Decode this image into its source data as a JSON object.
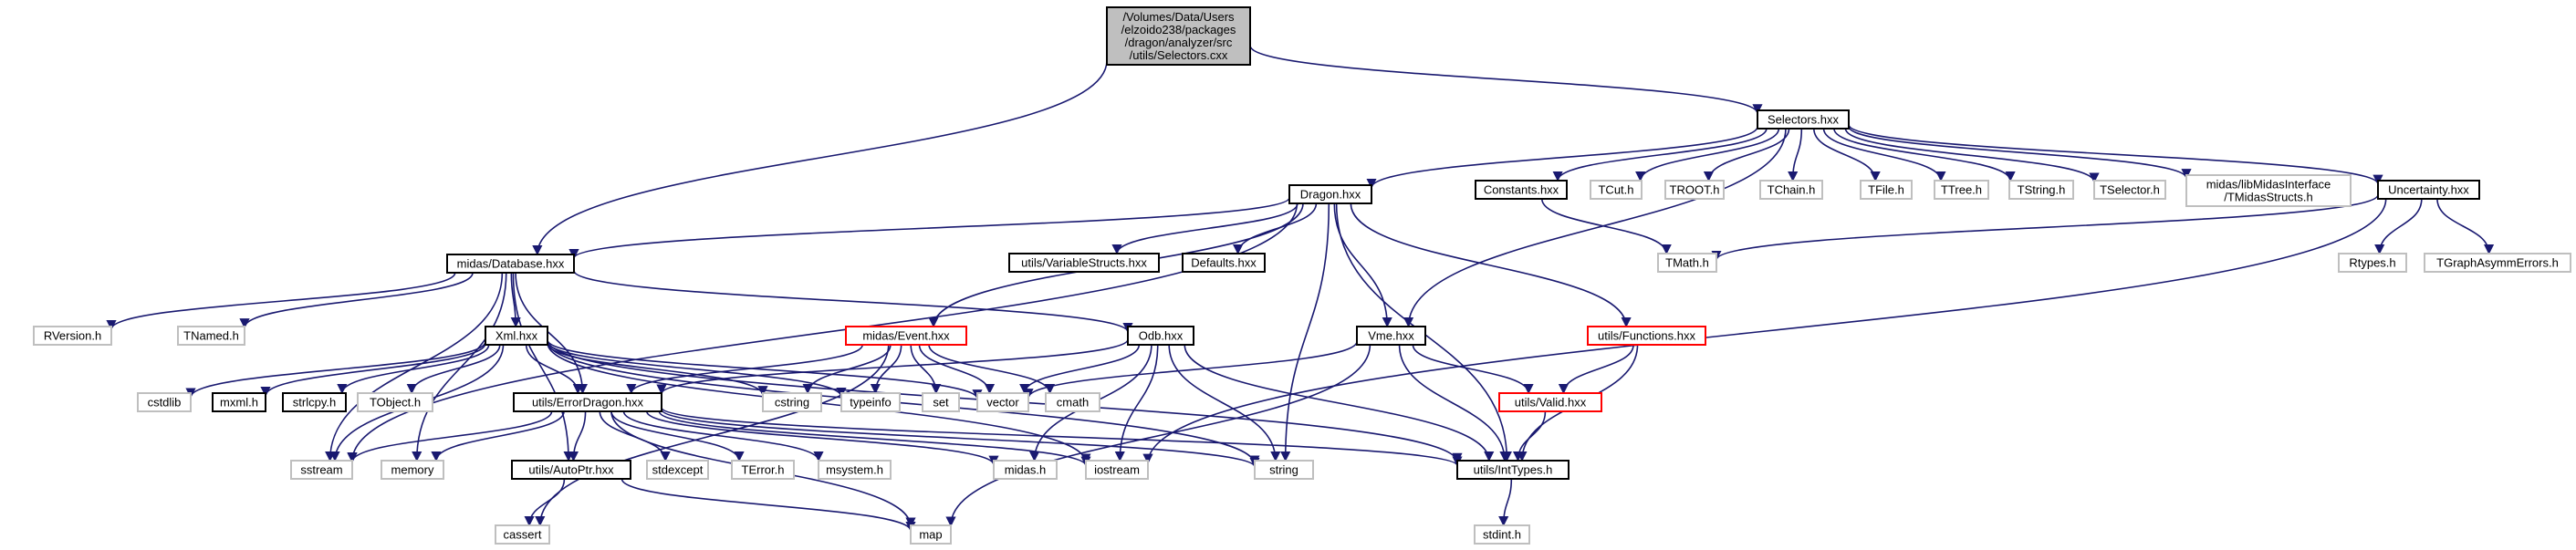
{
  "colors": {
    "edge": "#191970",
    "arrowhead": "#191970",
    "root_fill": "#bfbfbf",
    "normal_border": "#000000",
    "gray_border": "#bfbfbf",
    "red_border": "#ff0000"
  },
  "nodes": [
    {
      "id": "root",
      "label": "/Volumes/Data/Users\n/elzoido238/packages\n/dragon/analyzer/src\n/utils/Selectors.cxx",
      "style": "root"
    },
    {
      "id": "selectors_hxx",
      "label": "Selectors.hxx",
      "style": "normal"
    },
    {
      "id": "dragon_hxx",
      "label": "Dragon.hxx",
      "style": "normal"
    },
    {
      "id": "constants_hxx",
      "label": "Constants.hxx",
      "style": "normal"
    },
    {
      "id": "tcut_h",
      "label": "TCut.h",
      "style": "gray"
    },
    {
      "id": "troot_h",
      "label": "TROOT.h",
      "style": "gray"
    },
    {
      "id": "tchain_h",
      "label": "TChain.h",
      "style": "gray"
    },
    {
      "id": "tfile_h",
      "label": "TFile.h",
      "style": "gray"
    },
    {
      "id": "ttree_h",
      "label": "TTree.h",
      "style": "gray"
    },
    {
      "id": "tstring_h",
      "label": "TString.h",
      "style": "gray"
    },
    {
      "id": "tselector_h",
      "label": "TSelector.h",
      "style": "gray"
    },
    {
      "id": "tmidasstructs_h",
      "label": "midas/libMidasInterface\n/TMidasStructs.h",
      "style": "gray"
    },
    {
      "id": "uncertainty_hxx",
      "label": "Uncertainty.hxx",
      "style": "normal"
    },
    {
      "id": "database_hxx",
      "label": "midas/Database.hxx",
      "style": "normal"
    },
    {
      "id": "variablestructs_hxx",
      "label": "utils/VariableStructs.hxx",
      "style": "normal"
    },
    {
      "id": "defaults_hxx",
      "label": "Defaults.hxx",
      "style": "normal"
    },
    {
      "id": "tmath_h",
      "label": "TMath.h",
      "style": "gray"
    },
    {
      "id": "rtypes_h",
      "label": "Rtypes.h",
      "style": "gray"
    },
    {
      "id": "tgraphasymmerrors_h",
      "label": "TGraphAsymmErrors.h",
      "style": "gray"
    },
    {
      "id": "rversion_h",
      "label": "RVersion.h",
      "style": "gray"
    },
    {
      "id": "tnamed_h",
      "label": "TNamed.h",
      "style": "gray"
    },
    {
      "id": "xml_hxx",
      "label": "Xml.hxx",
      "style": "normal"
    },
    {
      "id": "event_hxx",
      "label": "midas/Event.hxx",
      "style": "red"
    },
    {
      "id": "odb_hxx",
      "label": "Odb.hxx",
      "style": "normal"
    },
    {
      "id": "vme_hxx",
      "label": "Vme.hxx",
      "style": "normal"
    },
    {
      "id": "functions_hxx",
      "label": "utils/Functions.hxx",
      "style": "red"
    },
    {
      "id": "cstdlib",
      "label": "cstdlib",
      "style": "gray"
    },
    {
      "id": "mxml_h",
      "label": "mxml.h",
      "style": "normal"
    },
    {
      "id": "strlcpy_h",
      "label": "strlcpy.h",
      "style": "normal"
    },
    {
      "id": "tobject_h",
      "label": "TObject.h",
      "style": "gray"
    },
    {
      "id": "cstring",
      "label": "cstring",
      "style": "gray"
    },
    {
      "id": "typeinfo",
      "label": "typeinfo",
      "style": "gray"
    },
    {
      "id": "set",
      "label": "set",
      "style": "gray"
    },
    {
      "id": "vector",
      "label": "vector",
      "style": "gray"
    },
    {
      "id": "cmath",
      "label": "cmath",
      "style": "gray"
    },
    {
      "id": "valid_hxx",
      "label": "utils/Valid.hxx",
      "style": "red"
    },
    {
      "id": "errordragon_hxx",
      "label": "utils/ErrorDragon.hxx",
      "style": "normal"
    },
    {
      "id": "sstream",
      "label": "sstream",
      "style": "gray"
    },
    {
      "id": "memory",
      "label": "memory",
      "style": "gray"
    },
    {
      "id": "autoptr_hxx",
      "label": "utils/AutoPtr.hxx",
      "style": "normal"
    },
    {
      "id": "stdexcept",
      "label": "stdexcept",
      "style": "gray"
    },
    {
      "id": "terror_h",
      "label": "TError.h",
      "style": "gray"
    },
    {
      "id": "msystem_h",
      "label": "msystem.h",
      "style": "gray"
    },
    {
      "id": "midas_h",
      "label": "midas.h",
      "style": "gray"
    },
    {
      "id": "iostream",
      "label": "iostream",
      "style": "gray"
    },
    {
      "id": "string",
      "label": "string",
      "style": "gray"
    },
    {
      "id": "inttypes_h",
      "label": "utils/IntTypes.h",
      "style": "normal"
    },
    {
      "id": "cassert",
      "label": "cassert",
      "style": "gray"
    },
    {
      "id": "map",
      "label": "map",
      "style": "gray"
    },
    {
      "id": "stdint_h",
      "label": "stdint.h",
      "style": "gray"
    }
  ],
  "edges": [
    [
      "root",
      "selectors_hxx"
    ],
    [
      "root",
      "database_hxx"
    ],
    [
      "selectors_hxx",
      "dragon_hxx"
    ],
    [
      "selectors_hxx",
      "constants_hxx"
    ],
    [
      "selectors_hxx",
      "tcut_h"
    ],
    [
      "selectors_hxx",
      "troot_h"
    ],
    [
      "selectors_hxx",
      "tchain_h"
    ],
    [
      "selectors_hxx",
      "tfile_h"
    ],
    [
      "selectors_hxx",
      "ttree_h"
    ],
    [
      "selectors_hxx",
      "tstring_h"
    ],
    [
      "selectors_hxx",
      "tselector_h"
    ],
    [
      "selectors_hxx",
      "tmidasstructs_h"
    ],
    [
      "selectors_hxx",
      "uncertainty_hxx"
    ],
    [
      "selectors_hxx",
      "vme_hxx"
    ],
    [
      "dragon_hxx",
      "database_hxx"
    ],
    [
      "dragon_hxx",
      "variablestructs_hxx"
    ],
    [
      "dragon_hxx",
      "defaults_hxx"
    ],
    [
      "dragon_hxx",
      "event_hxx"
    ],
    [
      "dragon_hxx",
      "vme_hxx"
    ],
    [
      "dragon_hxx",
      "functions_hxx"
    ],
    [
      "dragon_hxx",
      "string"
    ],
    [
      "dragon_hxx",
      "inttypes_h"
    ],
    [
      "dragon_hxx",
      "sstream"
    ],
    [
      "constants_hxx",
      "tmath_h"
    ],
    [
      "uncertainty_hxx",
      "tmath_h"
    ],
    [
      "uncertainty_hxx",
      "rtypes_h"
    ],
    [
      "uncertainty_hxx",
      "tgraphasymmerrors_h"
    ],
    [
      "uncertainty_hxx",
      "iostream"
    ],
    [
      "database_hxx",
      "rversion_h"
    ],
    [
      "database_hxx",
      "tnamed_h"
    ],
    [
      "database_hxx",
      "xml_hxx"
    ],
    [
      "database_hxx",
      "odb_hxx"
    ],
    [
      "database_hxx",
      "errordragon_hxx"
    ],
    [
      "database_hxx",
      "autoptr_hxx"
    ],
    [
      "database_hxx",
      "sstream"
    ],
    [
      "database_hxx",
      "memory"
    ],
    [
      "xml_hxx",
      "cstdlib"
    ],
    [
      "xml_hxx",
      "mxml_h"
    ],
    [
      "xml_hxx",
      "strlcpy_h"
    ],
    [
      "xml_hxx",
      "tobject_h"
    ],
    [
      "xml_hxx",
      "cstring"
    ],
    [
      "xml_hxx",
      "typeinfo"
    ],
    [
      "xml_hxx",
      "vector"
    ],
    [
      "xml_hxx",
      "errordragon_hxx"
    ],
    [
      "xml_hxx",
      "sstream"
    ],
    [
      "xml_hxx",
      "iostream"
    ],
    [
      "xml_hxx",
      "string"
    ],
    [
      "xml_hxx",
      "inttypes_h"
    ],
    [
      "event_hxx",
      "cstring"
    ],
    [
      "event_hxx",
      "typeinfo"
    ],
    [
      "event_hxx",
      "set"
    ],
    [
      "event_hxx",
      "vector"
    ],
    [
      "event_hxx",
      "cmath"
    ],
    [
      "event_hxx",
      "errordragon_hxx"
    ],
    [
      "event_hxx",
      "cassert"
    ],
    [
      "odb_hxx",
      "vector"
    ],
    [
      "odb_hxx",
      "errordragon_hxx"
    ],
    [
      "odb_hxx",
      "midas_h"
    ],
    [
      "odb_hxx",
      "iostream"
    ],
    [
      "odb_hxx",
      "string"
    ],
    [
      "odb_hxx",
      "inttypes_h"
    ],
    [
      "vme_hxx",
      "vector"
    ],
    [
      "vme_hxx",
      "valid_hxx"
    ],
    [
      "vme_hxx",
      "inttypes_h"
    ],
    [
      "vme_hxx",
      "map"
    ],
    [
      "functions_hxx",
      "valid_hxx"
    ],
    [
      "functions_hxx",
      "inttypes_h"
    ],
    [
      "valid_hxx",
      "inttypes_h"
    ],
    [
      "errordragon_hxx",
      "sstream"
    ],
    [
      "errordragon_hxx",
      "memory"
    ],
    [
      "errordragon_hxx",
      "autoptr_hxx"
    ],
    [
      "errordragon_hxx",
      "stdexcept"
    ],
    [
      "errordragon_hxx",
      "terror_h"
    ],
    [
      "errordragon_hxx",
      "msystem_h"
    ],
    [
      "errordragon_hxx",
      "midas_h"
    ],
    [
      "errordragon_hxx",
      "iostream"
    ],
    [
      "errordragon_hxx",
      "string"
    ],
    [
      "errordragon_hxx",
      "map"
    ],
    [
      "errordragon_hxx",
      "inttypes_h"
    ],
    [
      "autoptr_hxx",
      "cassert"
    ],
    [
      "autoptr_hxx",
      "map"
    ],
    [
      "inttypes_h",
      "stdint_h"
    ]
  ]
}
